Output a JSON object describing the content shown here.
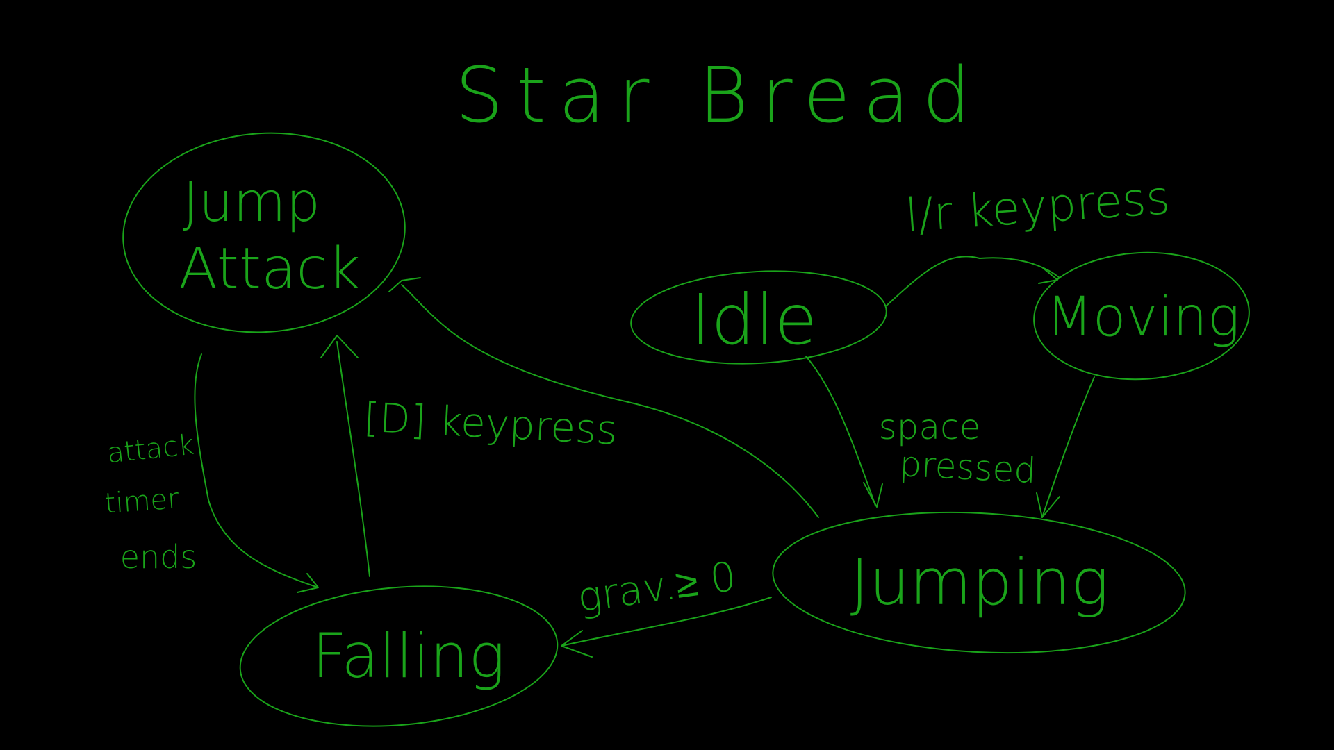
{
  "colors": {
    "background": "#000000",
    "ink": "#1aa31a"
  },
  "title": "Star Bread",
  "states": {
    "jump_attack_line1": "Jump",
    "jump_attack_line2": "Attack",
    "idle": "Idle",
    "moving": "Moving",
    "jumping": "Jumping",
    "falling": "Falling"
  },
  "transitions": {
    "lr_keypress": "l/r keypress",
    "space_pressed_line1": "space",
    "space_pressed_line2": "pressed",
    "d_keypress": "[D] keypress",
    "grav": "grav.≥ 0",
    "attack_timer_line1": "attack",
    "attack_timer_line2": "timer",
    "attack_timer_line3": "ends"
  }
}
